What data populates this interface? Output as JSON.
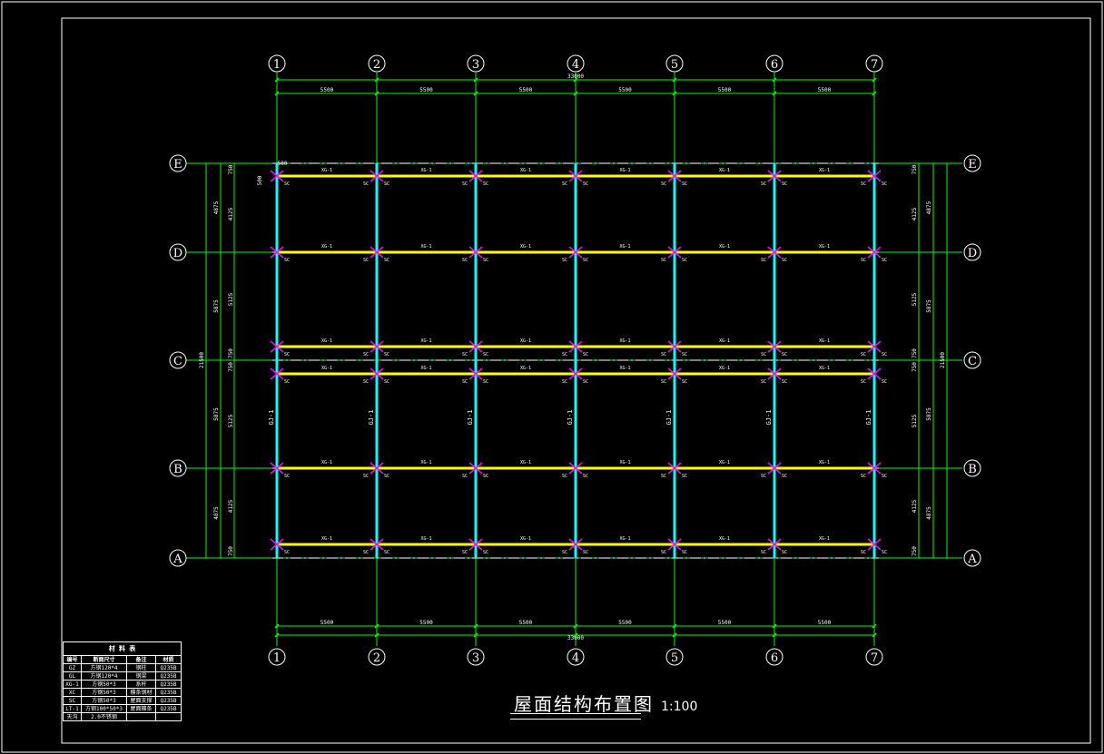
{
  "grid": {
    "col_labels": [
      "1",
      "2",
      "3",
      "4",
      "5",
      "6",
      "7"
    ],
    "row_labels": [
      "E",
      "D",
      "C",
      "B",
      "A"
    ],
    "bay_dim": "5500",
    "total_width": "33000",
    "left_dims_outer": [
      "4875",
      "5875",
      "5875",
      "4875"
    ],
    "left_total": "21500",
    "left_dims_inner": [
      "750",
      "4125",
      "5125",
      "750",
      "750",
      "5125",
      "4125",
      "750"
    ],
    "corner_dim_h": "500",
    "corner_dim_v": "500"
  },
  "members": {
    "beam_label": "XG-1",
    "support_label": "SC",
    "frame_label": "GJ-1"
  },
  "colors": {
    "frame_line": "#ffffff",
    "grid_line": "#00ff00",
    "dim_text": "#ffffff",
    "column": "#00ffff",
    "beam": "#ffff00",
    "brace": "#ff00ff",
    "axis_dashdot": "#ffffff"
  },
  "title": {
    "text": "屋面结构布置图",
    "scale": "1:100"
  },
  "material_table": {
    "caption": "材 料 表",
    "headers": [
      "编号",
      "断面尺寸",
      "备注",
      "材质"
    ],
    "rows": [
      [
        "GZ",
        "方钢120*4",
        "钢柱",
        "Q235B"
      ],
      [
        "GL",
        "方钢120*4",
        "钢梁",
        "Q235B"
      ],
      [
        "XG-1",
        "方钢50*3",
        "系杆",
        "Q235B"
      ],
      [
        "XC",
        "方钢50*3",
        "檩条钢材",
        "Q235B"
      ],
      [
        "SC",
        "方钢50*3",
        "屋面支撑",
        "Q235B"
      ],
      [
        "LT-1",
        "方钢100*50*3",
        "屋面檩条",
        "Q235B"
      ],
      [
        "天沟",
        "2.0不锈钢",
        "",
        ""
      ]
    ]
  }
}
